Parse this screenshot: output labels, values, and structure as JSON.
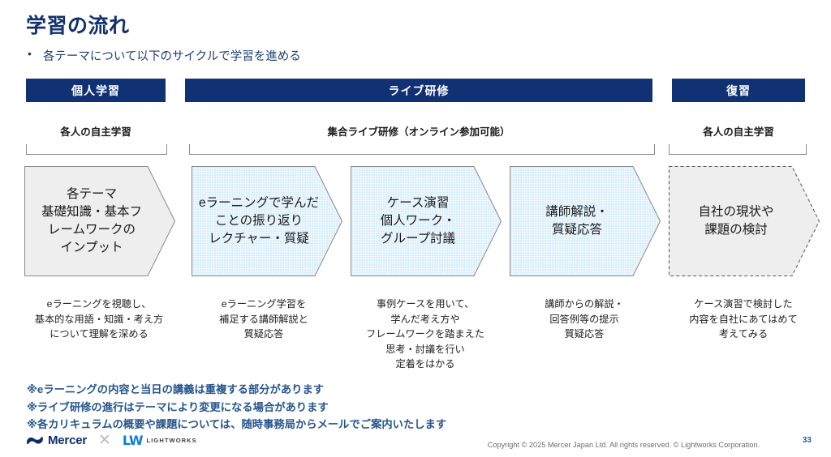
{
  "slide": {
    "title": "学習の流れ",
    "bullet_marker": "•",
    "bullet_text": "各テーマについて以下のサイクルで学習を進める",
    "page_number": "33"
  },
  "colors": {
    "brand_navy": "#103173",
    "title_navy": "#12306e",
    "note_blue": "#25558c",
    "chevron_blue_fill": "#ddf0fa",
    "chevron_gray_fill": "#eeeeee",
    "outline_gray": "#8a8a8a",
    "mercer_blue": "#0f2d6b",
    "lightworks_blue": "#0a7fd4"
  },
  "phases": [
    {
      "label": "個人学習"
    },
    {
      "label": "ライブ研修"
    },
    {
      "label": "復習"
    }
  ],
  "groups": [
    {
      "label": "各人の自主学習"
    },
    {
      "label": "集合ライブ研修（オンライン参加可能）"
    },
    {
      "label": "各人の自主学習"
    }
  ],
  "steps": [
    {
      "style": "gray",
      "lines": [
        "各テーマ",
        "基礎知識・基本フ",
        "レームワークの",
        "インプット"
      ],
      "caption": [
        "eラーニングを視聴し、",
        "基本的な用語・知識・考え方",
        "について理解を深める"
      ]
    },
    {
      "style": "blue",
      "lines": [
        "eラーニングで学んだ",
        "ことの振り返り",
        "レクチャー・質疑"
      ],
      "caption": [
        "eラーニング学習を",
        "補足する講師解説と",
        "質疑応答"
      ]
    },
    {
      "style": "blue",
      "lines": [
        "ケース演習",
        "個人ワーク・",
        "グループ討議"
      ],
      "caption": [
        "事例ケースを用いて、",
        "学んだ考え方や",
        "フレームワークを踏まえた",
        "思考・討議を行い",
        "定着をはかる"
      ]
    },
    {
      "style": "blue",
      "lines": [
        "講師解説・",
        "質疑応答"
      ],
      "caption": [
        "講師からの解説・",
        "回答例等の提示",
        "質疑応答"
      ]
    },
    {
      "style": "dashed",
      "lines": [
        "自社の現状や",
        "課題の検討"
      ],
      "caption": [
        "ケース演習で検討した",
        "内容を自社にあてはめて",
        "考えてみる"
      ]
    }
  ],
  "notes": [
    "※eラーニングの内容と当日の講義は重複する部分があります",
    "※ライブ研修の進行はテーマにより変更になる場合があります",
    "※各カリキュラムの概要や課題については、随時事務局からメールでご案内いたします"
  ],
  "footer": {
    "mercer_name": "Mercer",
    "cross": "✕",
    "lightworks_mark": "LW",
    "lightworks_name": "LIGHTWORKS",
    "copyright": "Copyright © 2025  Mercer Japan Ltd. All rights reserved. © Lightworks Corporation."
  }
}
